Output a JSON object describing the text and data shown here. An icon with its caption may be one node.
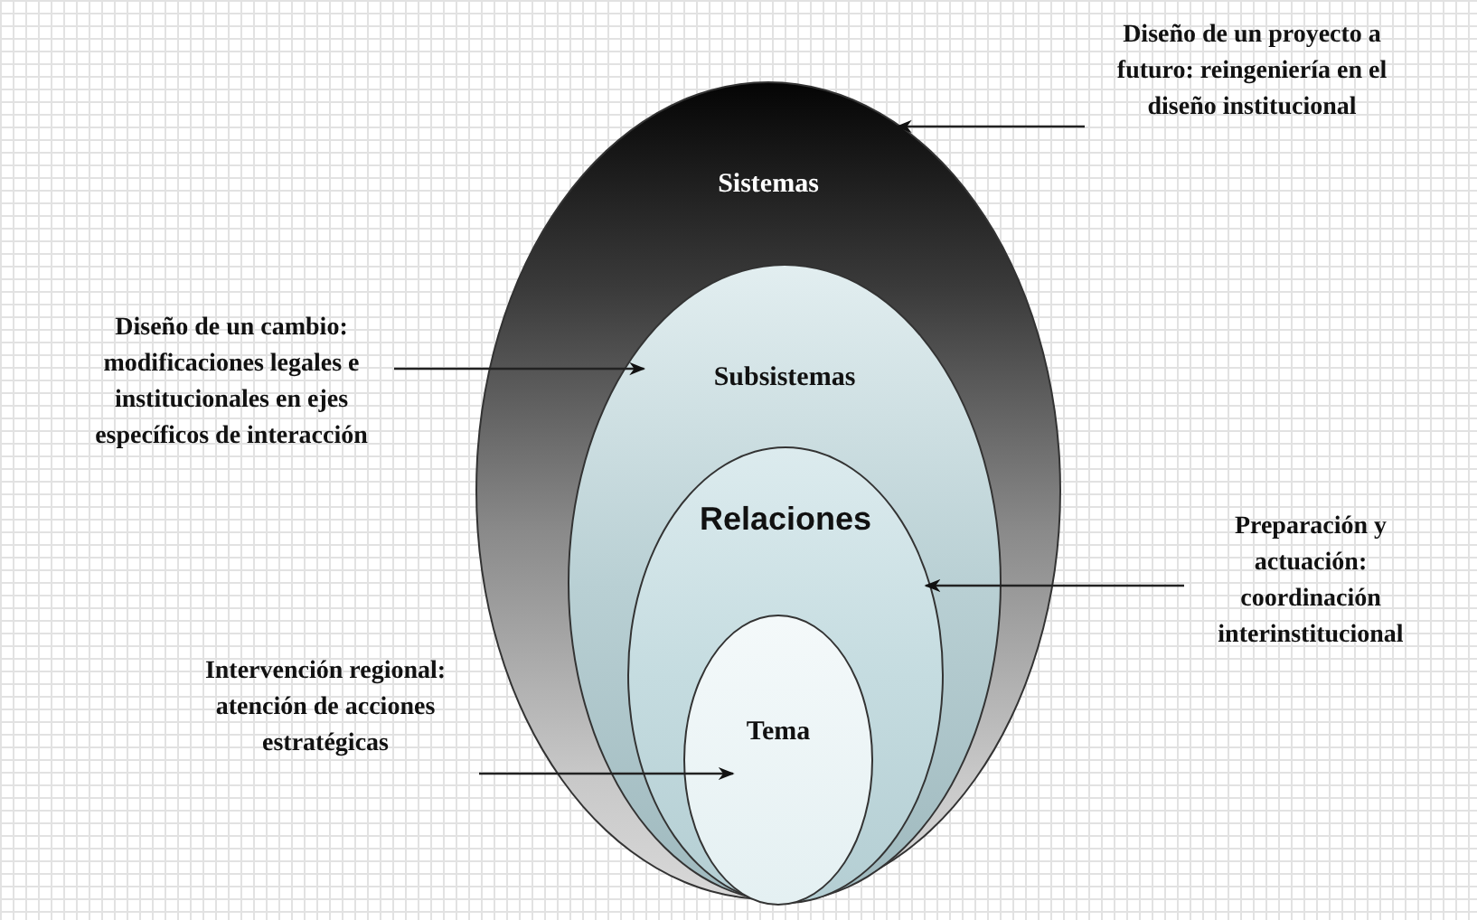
{
  "diagram": {
    "nodes": [
      {
        "text": [
          "Sistemas"
        ]
      },
      {
        "text": [
          "Subsistemas"
        ],
        "in": 0
      },
      {
        "text": [
          "Relaciones"
        ],
        "in": 1
      },
      {
        "text": [
          "Tema"
        ],
        "in": 2
      },
      {
        "text": [
          "Diseño de un proyecto a futuro: reingeniería en el diseño institucional"
        ]
      },
      {
        "text": [
          "Diseño de un cambio: modificaciones legales e institucionales en ejes específicos de interacción"
        ]
      },
      {
        "text": [
          "Preparación y actuación: coordinación interinstitucional"
        ]
      },
      {
        "text": [
          "Intervención regional: atención de acciones estratégicas"
        ]
      }
    ],
    "edges": [
      {
        "from": 4,
        "to": 0,
        "arrow": "to"
      },
      {
        "from": 5,
        "to": 1,
        "arrow": "to"
      },
      {
        "from": 6,
        "to": 2,
        "arrow": "to"
      },
      {
        "from": 7,
        "to": 3,
        "arrow": "to"
      }
    ]
  }
}
